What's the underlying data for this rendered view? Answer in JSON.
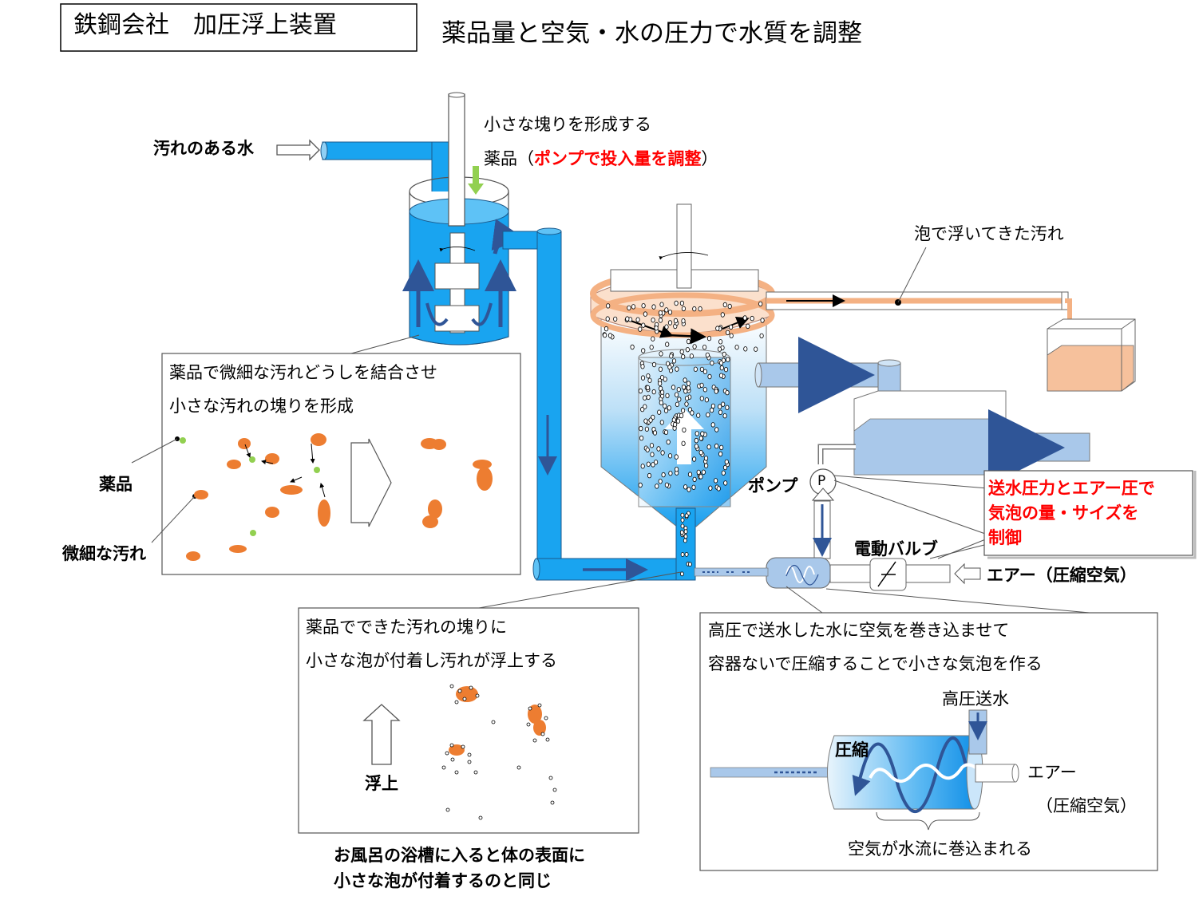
{
  "title_box": "鉄鋼会社　加圧浮上装置",
  "subtitle": "薬品量と空気・水の圧力で水質を調整",
  "labels": {
    "dirty_water": "汚れのある水",
    "chem_line1": "小さな塊りを形成する",
    "chem_line2_prefix": "薬品（",
    "chem_line2_red": "ポンプで投入量を調整",
    "chem_line2_suffix": "）",
    "floated_dirt": "泡で浮いてきた汚れ",
    "pump": "ポンプ",
    "pump_symbol": "P",
    "valve": "電動バルブ",
    "air": "エアー（圧縮空気）"
  },
  "control_box": {
    "line1": "送水圧力とエアー圧で",
    "line2": "気泡の量・サイズを",
    "line3": "制御"
  },
  "panel_left": {
    "line1": "薬品で微細な汚れどうしを結合させ",
    "line2": "小さな汚れの塊りを形成",
    "chem_label": "薬品",
    "dirt_label": "微細な汚れ"
  },
  "panel_mid": {
    "line1": "薬品でできた汚れの塊りに",
    "line2": "小さな泡が付着し汚れが浮上する",
    "rise_label": "浮上"
  },
  "bath_note": {
    "line1": "お風呂の浴槽に入ると体の表面に",
    "line2": "小さな泡が付着するのと同じ"
  },
  "panel_right": {
    "line1": "高圧で送水した水に空気を巻き込ませて",
    "line2": "容器ないで圧縮することで小さな気泡を作る",
    "high_pressure": "高圧送水",
    "compress": "圧縮",
    "air": "エアー",
    "air_paren": "（圧縮空気）",
    "entrain": "空気が水流に巻込まれる"
  },
  "colors": {
    "water_blue": "#19a4f0",
    "pipe_blue": "#2aa6ee",
    "light_blue": "#a9c8ea",
    "dirt_orange": "#ed7d31",
    "chem_green": "#92d050",
    "foam_peach": "#f4b183",
    "arrow_navy": "#2f5597",
    "red_text": "#ff0000"
  }
}
